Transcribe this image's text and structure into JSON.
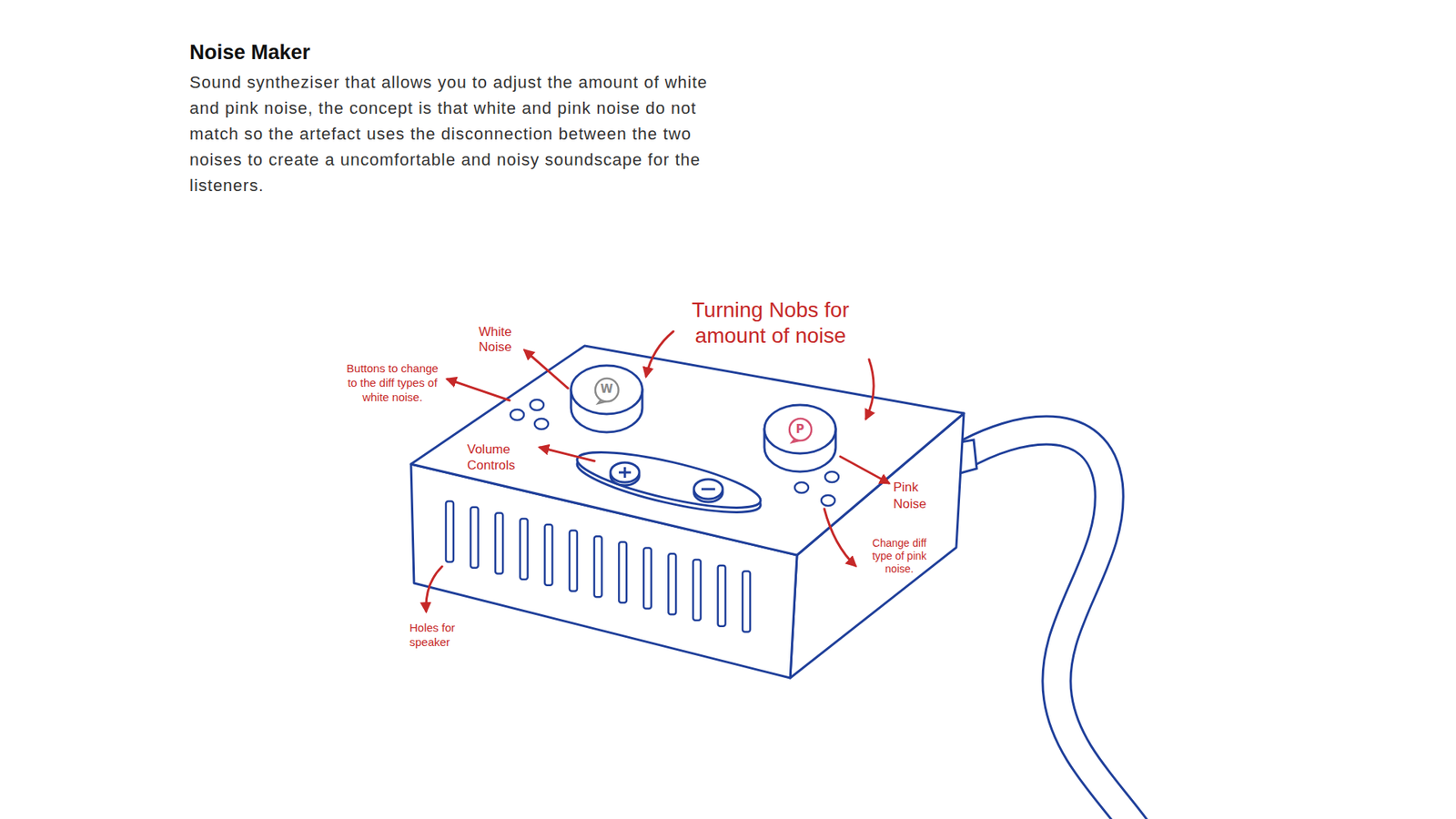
{
  "diagram": {
    "title": "Noise Maker",
    "nodes": [
      {
        "text": [
          "W"
        ]
      },
      {
        "text": [
          "P"
        ]
      }
    ],
    "labels": [
      "Sound syntheziser that allows you to adjust the amount of white and pink noise, the concept is that white and pink noise do not match so the artefact uses the disconnection between the two noises to create a uncomfortable and noisy soundscape for the listeners.",
      "Turning Nobs for amount of noise",
      "White Noise",
      "Buttons to change to the diff types of white noise.",
      "Volume Controls",
      "Pink Noise",
      "Change diff type of pink noise.",
      "Holes for speaker"
    ]
  }
}
